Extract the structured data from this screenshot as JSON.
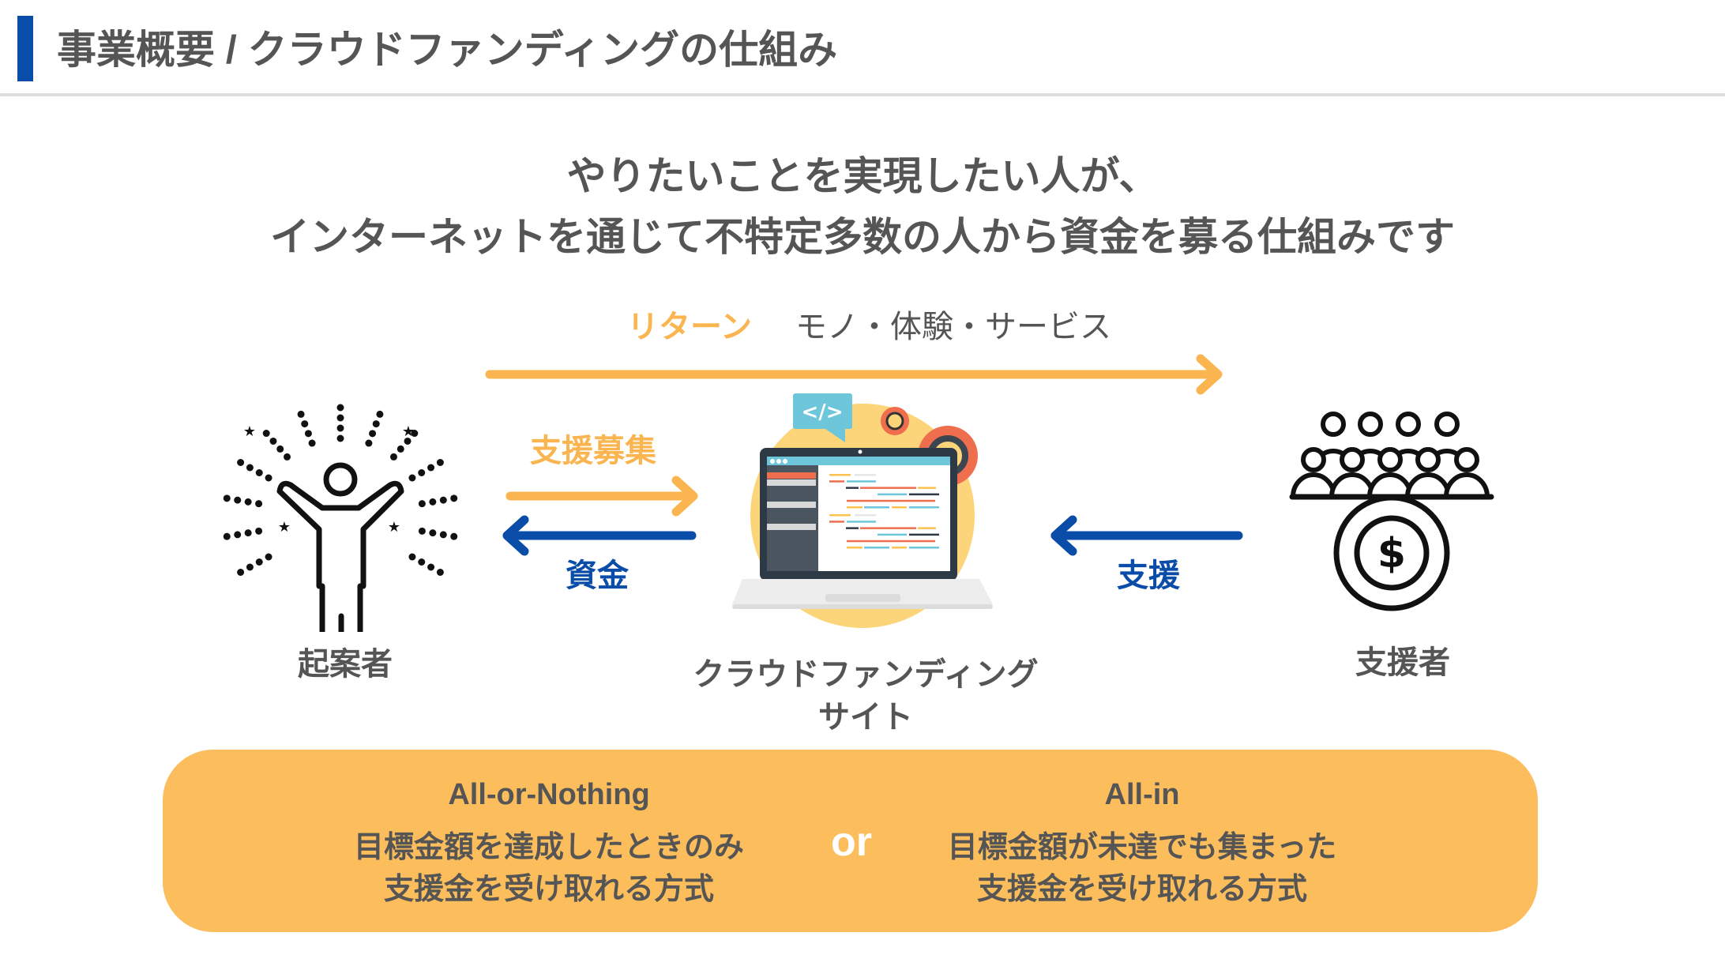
{
  "header": {
    "title": "事業概要 / クラウドファンディングの仕組み"
  },
  "headline": {
    "line1": "やりたいことを実現したい人が、",
    "line2": "インターネットを通じて不特定多数の人から資金を募る仕組みです"
  },
  "diagram": {
    "return_label": "リターン",
    "return_items": "モノ・体験・サービス",
    "support_request_label": "支援募集",
    "funds_label": "資金",
    "support_label": "支援",
    "actors": {
      "creator": "起案者",
      "platform_line1": "クラウドファンディング",
      "platform_line2": "サイト",
      "supporters": "支援者"
    },
    "icons": {
      "creator": "celebrating-person-icon",
      "platform": "laptop-code-icon",
      "supporters": "crowd-money-icon",
      "code_symbol": "</>",
      "currency_symbol": "$"
    }
  },
  "models": {
    "all_or_nothing": {
      "title": "All-or-Nothing",
      "line1": "目標金額を達成したときのみ",
      "line2": "支援金を受け取れる方式"
    },
    "separator": "or",
    "all_in": {
      "title": "All-in",
      "line1": "目標金額が未達でも集まった",
      "line2": "支援金を受け取れる方式"
    }
  },
  "colors": {
    "accent_blue": "#0A4DA8",
    "accent_orange": "#FBB550",
    "box": "#FCBE5C",
    "text": "#555555"
  }
}
